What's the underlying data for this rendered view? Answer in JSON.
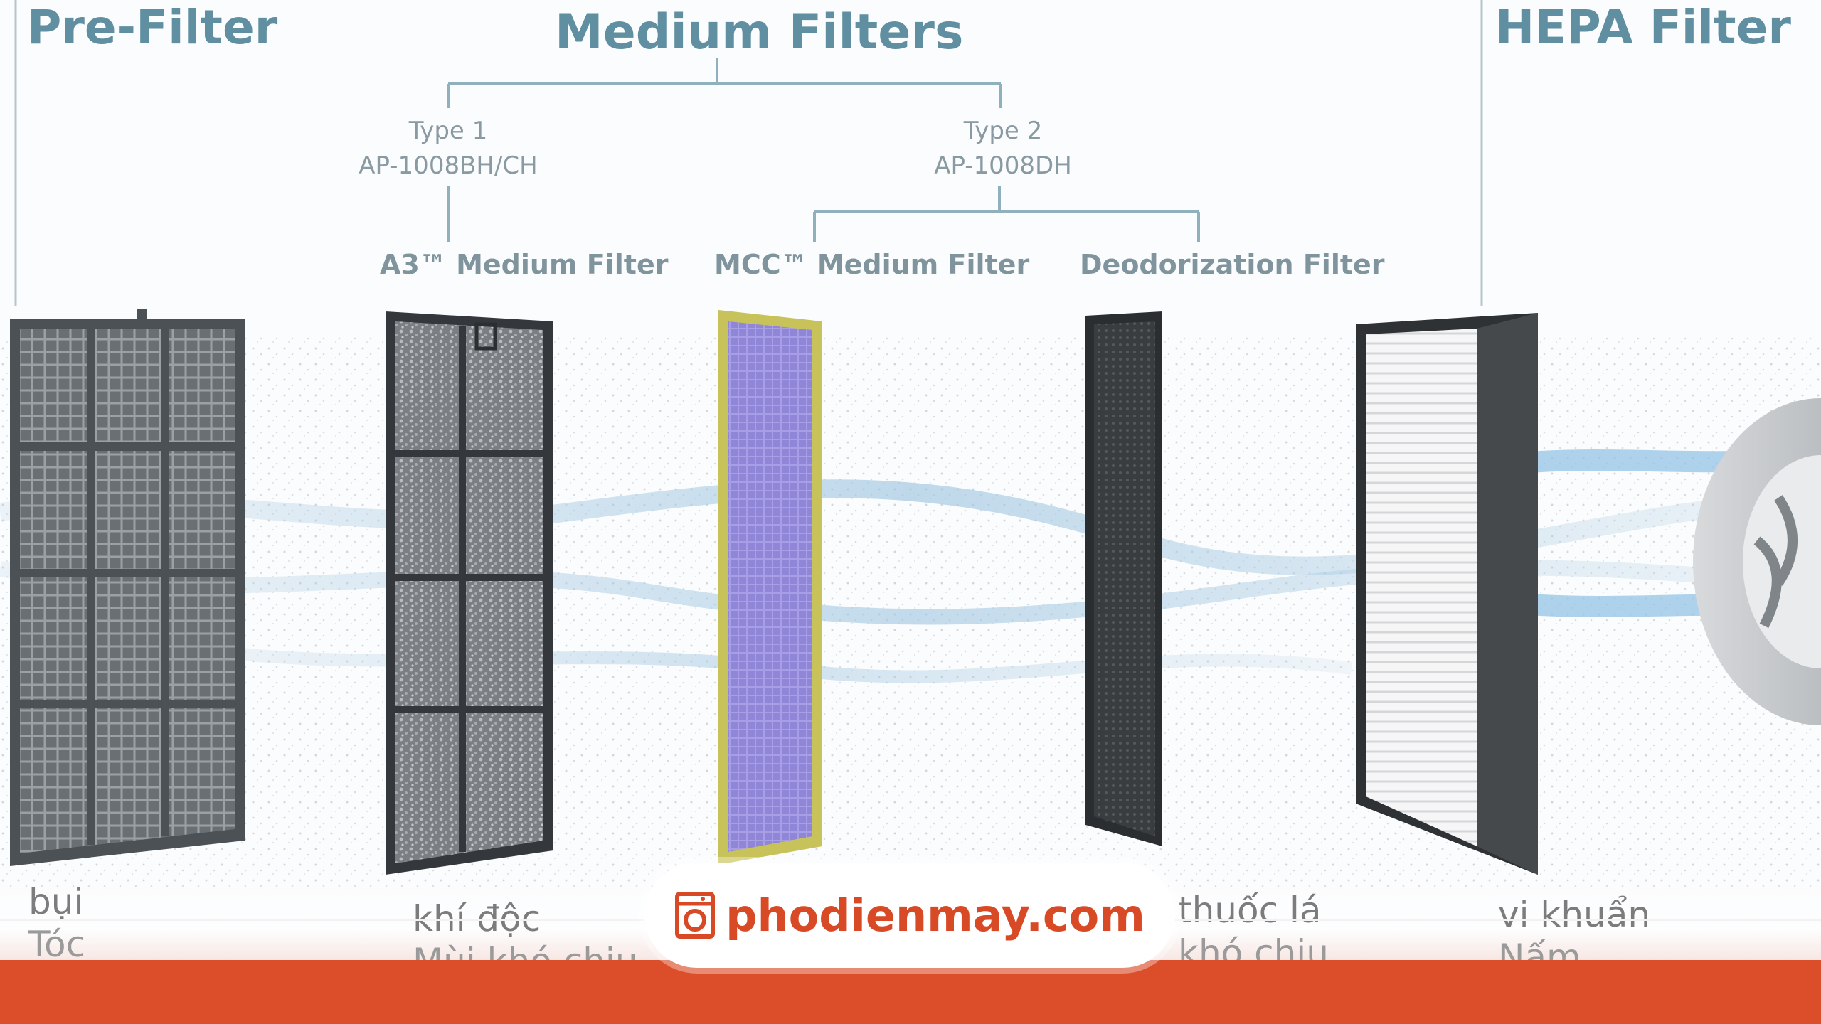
{
  "headings": {
    "pre_filter": "Pre-Filter",
    "medium_filters": "Medium Filters",
    "hepa_filter": "HEPA Filter"
  },
  "types": [
    {
      "line1": "Type 1",
      "line2": "AP-1008BH/CH"
    },
    {
      "line1": "Type 2",
      "line2": "AP-1008DH"
    }
  ],
  "filter_labels": {
    "a3": "A3™ Medium Filter",
    "mcc": "MCC™ Medium Filter",
    "deodorization": "Deodorization Filter"
  },
  "captions": [
    {
      "line1": "bụi",
      "line2": "Tóc"
    },
    {
      "line1": "khí độc",
      "line2": "Mùi khó chịu"
    },
    {
      "line1": "thuốc lá",
      "line2": "khó chịu"
    },
    {
      "line1": "vi khuẩn",
      "line2": "Nấm"
    }
  ],
  "brand": {
    "text": "phodienmay.com",
    "logo_icon": "washing-machine-icon",
    "color": "#dc4e2a"
  },
  "colors": {
    "heading": "#5f8fa0",
    "mcc_frame": "#c8c25a",
    "mcc_media": "#8f86d8",
    "hepa_media": "#f4f4f4"
  }
}
